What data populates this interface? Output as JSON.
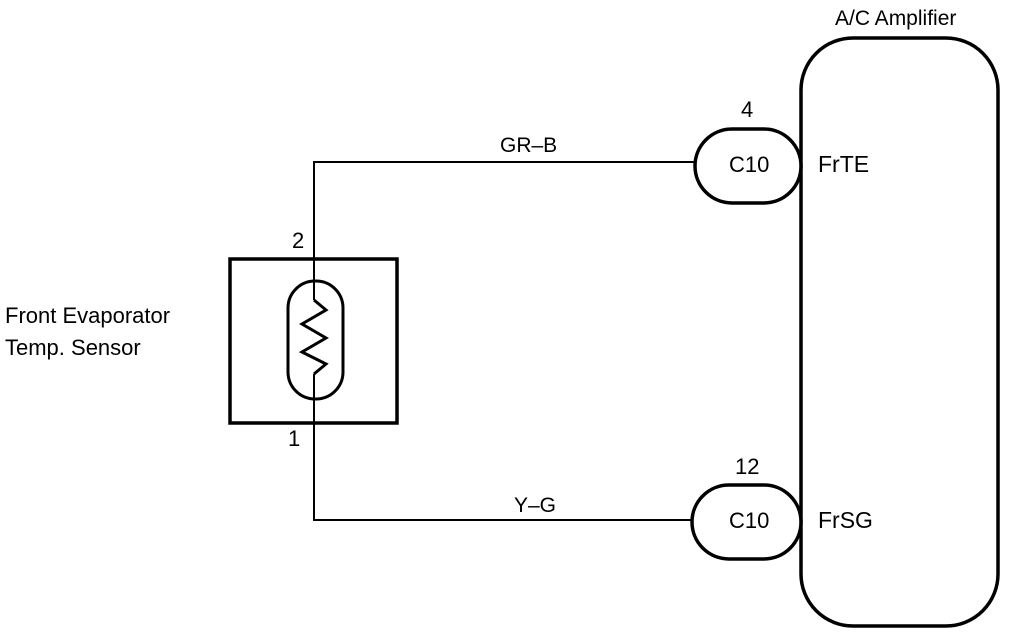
{
  "amplifier": {
    "title": "A/C Amplifier",
    "pins": {
      "upper": "FrTE",
      "lower": "FrSG"
    }
  },
  "sensor": {
    "name_line1": "Front Evaporator",
    "name_line2": "Temp. Sensor",
    "pin_top": "2",
    "pin_bottom": "1"
  },
  "connectors": {
    "upper": {
      "id": "C10",
      "pin": "4"
    },
    "lower": {
      "id": "C10",
      "pin": "12"
    }
  },
  "wires": {
    "upper": "GR–B",
    "lower": "Y–G"
  }
}
